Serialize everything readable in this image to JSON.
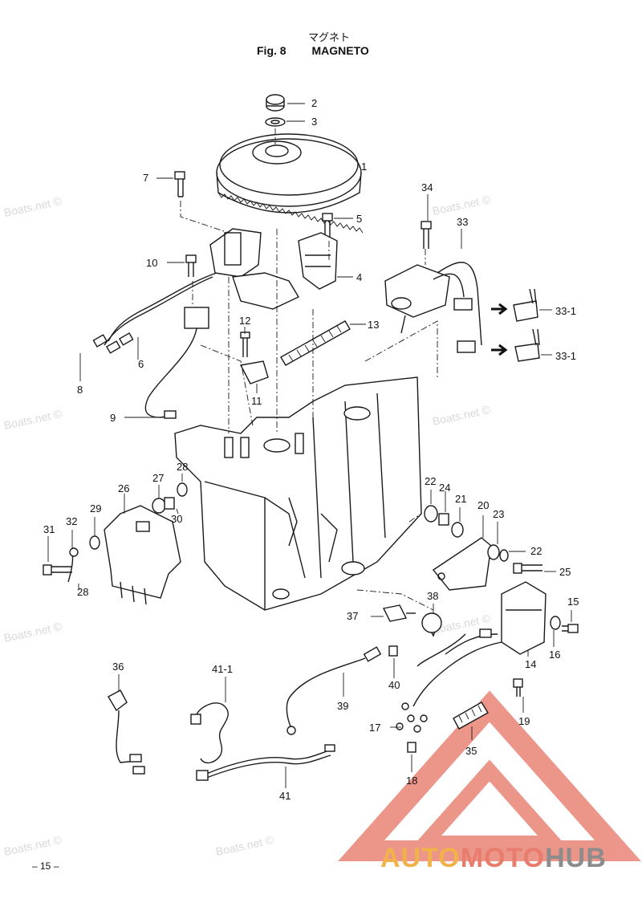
{
  "header": {
    "title_jp": "マグネト",
    "fig_number": "Fig. 8",
    "fig_title": "MAGNETO"
  },
  "watermark": "Boats.net ©",
  "page_number": "– 15 –",
  "brand": {
    "part1": "AUTO",
    "part2": "MOTO",
    "part3": "HUB"
  },
  "callouts": [
    "1",
    "2",
    "3",
    "4",
    "5",
    "6",
    "7",
    "8",
    "9",
    "10",
    "11",
    "12",
    "13",
    "14",
    "15",
    "16",
    "17",
    "18",
    "19",
    "20",
    "21",
    "22",
    "22",
    "23",
    "24",
    "25",
    "26",
    "27",
    "28",
    "28",
    "29",
    "30",
    "31",
    "32",
    "33",
    "33-1",
    "33-1",
    "34",
    "35",
    "36",
    "37",
    "38",
    "39",
    "40",
    "41",
    "41-1"
  ],
  "colors": {
    "logo_red": "#e87c6e",
    "logo_orange": "#f2b24a",
    "logo_gray": "#8c8c8c"
  }
}
